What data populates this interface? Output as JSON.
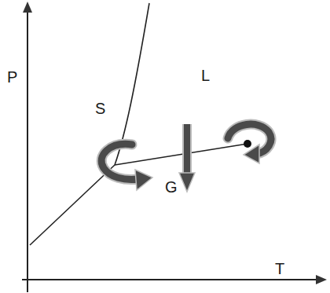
{
  "diagram": {
    "labels": [
      "P",
      "S",
      "L",
      "G",
      "T"
    ]
  }
}
